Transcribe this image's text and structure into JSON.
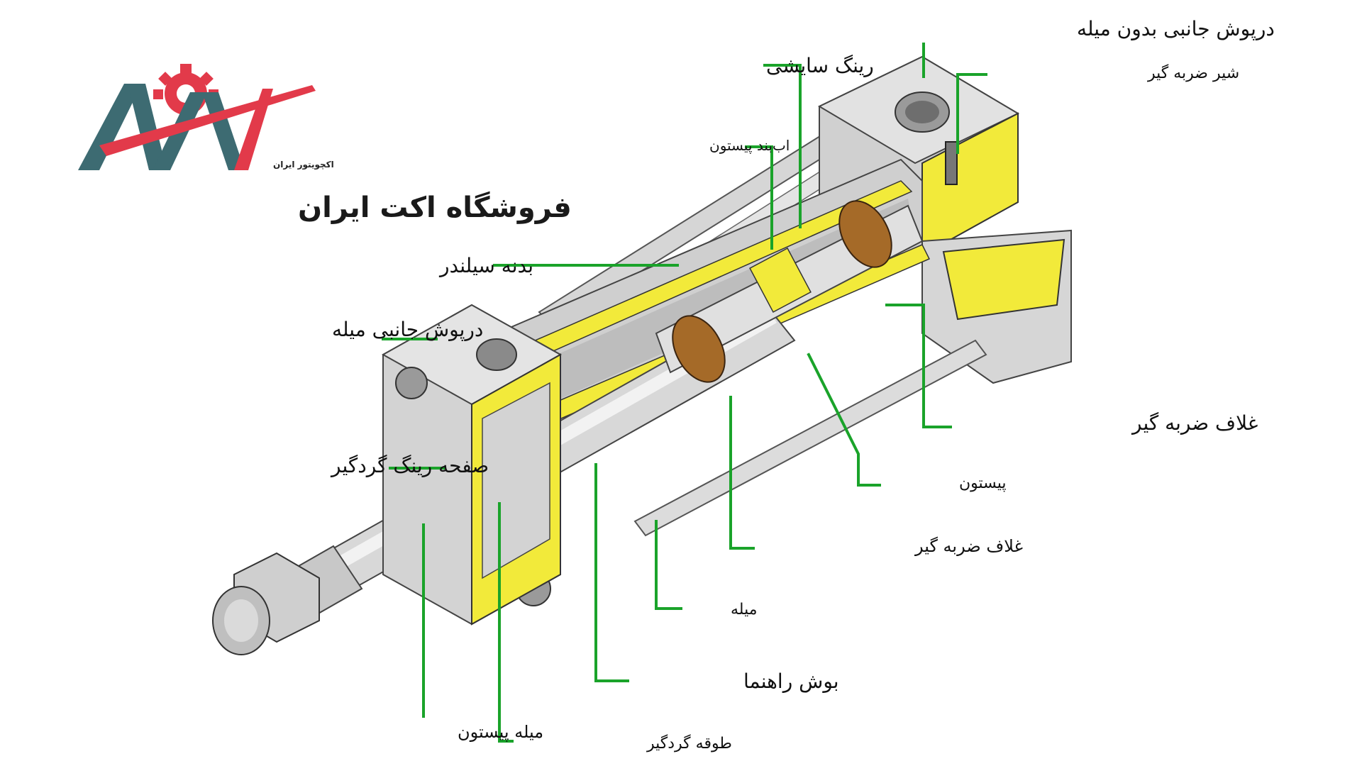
{
  "brand": {
    "name": "فروشگاه اکت ایران",
    "tagline": "اکچویتور ایران",
    "colors": {
      "teal": "#3d6b72",
      "red": "#e23a4a"
    }
  },
  "diagram": {
    "colors": {
      "leader": "#1aa32a",
      "section": "#f2ea3a",
      "metal": "#c9c9c9",
      "bearing": "#a56a28"
    },
    "labels": {
      "rear_cover": "درپوش جانبی بدون میله",
      "wear_ring": "رینگ سایشی",
      "cushion_valve": "شیر ضربه گیر",
      "piston_seal": "اب‌بند پیستون",
      "cylinder_body": "بدنه سیلندر",
      "front_cover": "درپوش جانبی میله",
      "cushion_sleeve_right": "غلاف ضربه گیر",
      "wiper_plate": "صفحه رینگ گردگیر",
      "piston": "پیستون",
      "cushion_sleeve_bottom": "غلاف ضربه گیر",
      "tie_rod": "میله",
      "guide_bush": "بوش راهنما",
      "piston_rod": "میله پیستون",
      "wiper_collar": "طوقه گردگیر"
    }
  }
}
